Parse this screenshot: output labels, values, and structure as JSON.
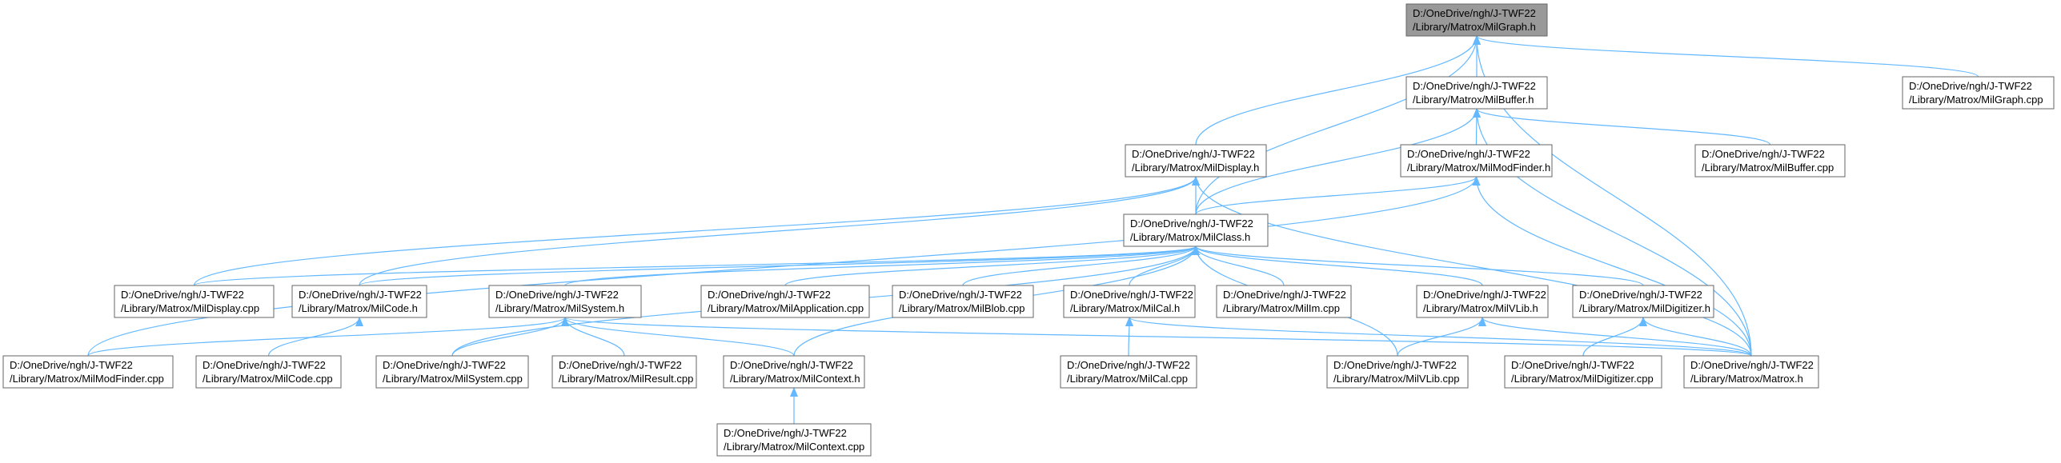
{
  "graph": {
    "nodes": [
      {
        "id": "root",
        "line1": "D:/OneDrive/ngh/J-TWF22",
        "line2": "/Library/Matrox/MilGraph.h"
      },
      {
        "id": "graphcpp",
        "line1": "D:/OneDrive/ngh/J-TWF22",
        "line2": "/Library/Matrox/MilGraph.cpp"
      },
      {
        "id": "buffer",
        "line1": "D:/OneDrive/ngh/J-TWF22",
        "line2": "/Library/Matrox/MilBuffer.h"
      },
      {
        "id": "display",
        "line1": "D:/OneDrive/ngh/J-TWF22",
        "line2": "/Library/Matrox/MilDisplay.h"
      },
      {
        "id": "modfinder",
        "line1": "D:/OneDrive/ngh/J-TWF22",
        "line2": "/Library/Matrox/MilModFinder.h"
      },
      {
        "id": "buffercpp",
        "line1": "D:/OneDrive/ngh/J-TWF22",
        "line2": "/Library/Matrox/MilBuffer.cpp"
      },
      {
        "id": "class",
        "line1": "D:/OneDrive/ngh/J-TWF22",
        "line2": "/Library/Matrox/MilClass.h"
      },
      {
        "id": "displaycpp",
        "line1": "D:/OneDrive/ngh/J-TWF22",
        "line2": "/Library/Matrox/MilDisplay.cpp"
      },
      {
        "id": "codeh",
        "line1": "D:/OneDrive/ngh/J-TWF22",
        "line2": "/Library/Matrox/MilCode.h"
      },
      {
        "id": "systemh",
        "line1": "D:/OneDrive/ngh/J-TWF22",
        "line2": "/Library/Matrox/MilSystem.h"
      },
      {
        "id": "appcpp",
        "line1": "D:/OneDrive/ngh/J-TWF22",
        "line2": "/Library/Matrox/MilApplication.cpp"
      },
      {
        "id": "blobcpp",
        "line1": "D:/OneDrive/ngh/J-TWF22",
        "line2": "/Library/Matrox/MilBlob.cpp"
      },
      {
        "id": "calh",
        "line1": "D:/OneDrive/ngh/J-TWF22",
        "line2": "/Library/Matrox/MilCal.h"
      },
      {
        "id": "imcpp",
        "line1": "D:/OneDrive/ngh/J-TWF22",
        "line2": "/Library/Matrox/MilIm.cpp"
      },
      {
        "id": "vlibh",
        "line1": "D:/OneDrive/ngh/J-TWF22",
        "line2": "/Library/Matrox/MilVLib.h"
      },
      {
        "id": "digitizerh",
        "line1": "D:/OneDrive/ngh/J-TWF22",
        "line2": "/Library/Matrox/MilDigitizer.h"
      },
      {
        "id": "modfindercpp",
        "line1": "D:/OneDrive/ngh/J-TWF22",
        "line2": "/Library/Matrox/MilModFinder.cpp"
      },
      {
        "id": "codecpp",
        "line1": "D:/OneDrive/ngh/J-TWF22",
        "line2": "/Library/Matrox/MilCode.cpp"
      },
      {
        "id": "systemcpp",
        "line1": "D:/OneDrive/ngh/J-TWF22",
        "line2": "/Library/Matrox/MilSystem.cpp"
      },
      {
        "id": "resultcpp",
        "line1": "D:/OneDrive/ngh/J-TWF22",
        "line2": "/Library/Matrox/MilResult.cpp"
      },
      {
        "id": "contexth",
        "line1": "D:/OneDrive/ngh/J-TWF22",
        "line2": "/Library/Matrox/MilContext.h"
      },
      {
        "id": "calcpp",
        "line1": "D:/OneDrive/ngh/J-TWF22",
        "line2": "/Library/Matrox/MilCal.cpp"
      },
      {
        "id": "vlibcpp",
        "line1": "D:/OneDrive/ngh/J-TWF22",
        "line2": "/Library/Matrox/MilVLib.cpp"
      },
      {
        "id": "digitizercpp",
        "line1": "D:/OneDrive/ngh/J-TWF22",
        "line2": "/Library/Matrox/MilDigitizer.cpp"
      },
      {
        "id": "matroxh",
        "line1": "D:/OneDrive/ngh/J-TWF22",
        "line2": "/Library/Matrox/Matrox.h"
      },
      {
        "id": "contextcpp",
        "line1": "D:/OneDrive/ngh/J-TWF22",
        "line2": "/Library/Matrox/MilContext.cpp"
      }
    ],
    "edges": [
      [
        "graphcpp",
        "root"
      ],
      [
        "buffer",
        "root"
      ],
      [
        "display",
        "root"
      ],
      [
        "class",
        "root"
      ],
      [
        "matroxh",
        "root"
      ],
      [
        "modfinder",
        "buffer"
      ],
      [
        "buffercpp",
        "buffer"
      ],
      [
        "class",
        "buffer"
      ],
      [
        "matroxh",
        "buffer"
      ],
      [
        "class",
        "display"
      ],
      [
        "displaycpp",
        "display"
      ],
      [
        "codeh",
        "display"
      ],
      [
        "matroxh",
        "display"
      ],
      [
        "class",
        "modfinder"
      ],
      [
        "modfindercpp",
        "modfinder"
      ],
      [
        "matroxh",
        "modfinder"
      ],
      [
        "displaycpp",
        "class"
      ],
      [
        "codeh",
        "class"
      ],
      [
        "systemh",
        "class"
      ],
      [
        "appcpp",
        "class"
      ],
      [
        "blobcpp",
        "class"
      ],
      [
        "calh",
        "class"
      ],
      [
        "imcpp",
        "class"
      ],
      [
        "vlibh",
        "class"
      ],
      [
        "digitizerh",
        "class"
      ],
      [
        "systemcpp",
        "class"
      ],
      [
        "contexth",
        "class"
      ],
      [
        "vlibcpp",
        "class"
      ],
      [
        "codecpp",
        "codeh"
      ],
      [
        "modfindercpp",
        "systemh"
      ],
      [
        "systemcpp",
        "systemh"
      ],
      [
        "resultcpp",
        "systemh"
      ],
      [
        "contexth",
        "systemh"
      ],
      [
        "matroxh",
        "systemh"
      ],
      [
        "calcpp",
        "calh"
      ],
      [
        "matroxh",
        "calh"
      ],
      [
        "vlibcpp",
        "vlibh"
      ],
      [
        "matroxh",
        "vlibh"
      ],
      [
        "digitizercpp",
        "digitizerh"
      ],
      [
        "matroxh",
        "digitizerh"
      ],
      [
        "contextcpp",
        "contexth"
      ]
    ]
  }
}
